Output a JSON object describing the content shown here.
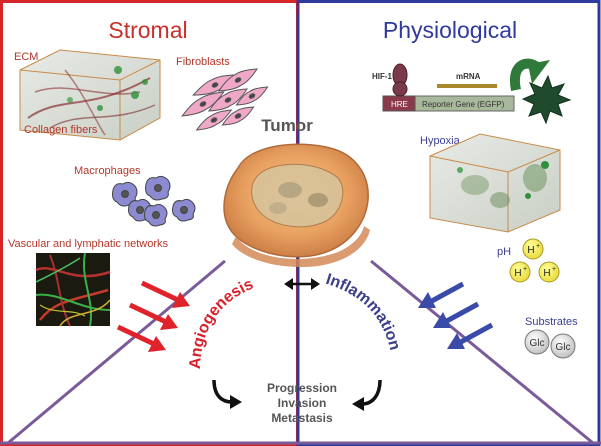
{
  "panels": {
    "stromal": {
      "title": "Stromal",
      "color": "#c8302a"
    },
    "physiological": {
      "title": "Physiological",
      "color": "#2e3a9c"
    }
  },
  "stromal_items": {
    "ecm": "ECM",
    "collagen": "Collagen fibers",
    "fibroblasts": "Fibroblasts",
    "macrophages": "Macrophages",
    "vascular": "Vascular and lymphatic networks"
  },
  "physiological_items": {
    "hif": "HIF-1",
    "mrna": "mRNA",
    "hre": "HRE",
    "reporter": "Reporter Gene (EGFP)",
    "hypoxia": "Hypoxia",
    "ph": "pH",
    "proton": "H",
    "proton_charge": "+",
    "substrates": "Substrates",
    "glc": "Glc"
  },
  "center": {
    "tumor": "Tumor",
    "angiogenesis": "Angiogenesis",
    "inflammation": "Inflammation",
    "outcomes": [
      "Progression",
      "Invasion",
      "Metastasis"
    ]
  },
  "colors": {
    "stromal_text": "#b3372a",
    "physio_text": "#3b3f96",
    "purple_line": "#7a5a98",
    "red_arrow": "#e0232a",
    "blue_arrow": "#3a4aa8",
    "angio_text": "#d8202a",
    "inflam_text": "#3a3f8a",
    "outcome_text": "#555555"
  }
}
